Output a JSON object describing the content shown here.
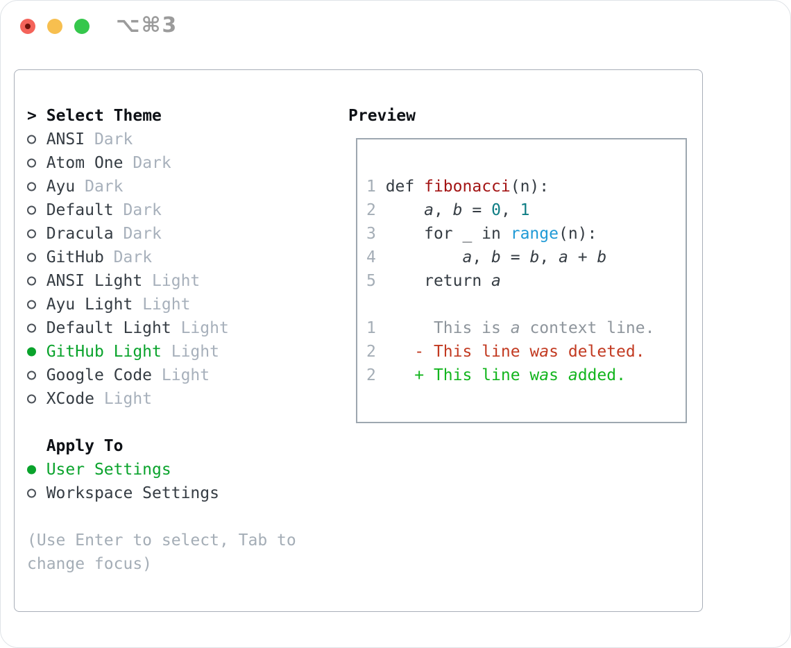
{
  "window": {
    "title": "⌥⌘3"
  },
  "panel": {
    "theme_section": {
      "prompt": ">",
      "header": "Select Theme",
      "items": [
        {
          "name": "ANSI",
          "tag": "Dark",
          "selected": false
        },
        {
          "name": "Atom One",
          "tag": "Dark",
          "selected": false
        },
        {
          "name": "Ayu",
          "tag": "Dark",
          "selected": false
        },
        {
          "name": "Default",
          "tag": "Dark",
          "selected": false
        },
        {
          "name": "Dracula",
          "tag": "Dark",
          "selected": false
        },
        {
          "name": "GitHub",
          "tag": "Dark",
          "selected": false
        },
        {
          "name": "ANSI Light",
          "tag": "Light",
          "selected": false
        },
        {
          "name": "Ayu Light",
          "tag": "Light",
          "selected": false
        },
        {
          "name": "Default Light",
          "tag": "Light",
          "selected": false
        },
        {
          "name": "GitHub Light",
          "tag": "Light",
          "selected": true
        },
        {
          "name": "Google Code",
          "tag": "Light",
          "selected": false
        },
        {
          "name": "XCode",
          "tag": "Light",
          "selected": false
        }
      ]
    },
    "apply_section": {
      "header": "Apply To",
      "items": [
        {
          "name": "User Settings",
          "selected": true
        },
        {
          "name": "Workspace Settings",
          "selected": false
        }
      ]
    },
    "help_lines": [
      "(Use Enter to select, Tab to",
      "change focus)"
    ]
  },
  "preview": {
    "header": "Preview",
    "lines": [
      {
        "segs": [
          [
            "ln",
            "1"
          ],
          [
            "pl",
            " def "
          ],
          [
            "fn",
            "fibonacci"
          ],
          [
            "pl",
            "(n):"
          ]
        ]
      },
      {
        "segs": [
          [
            "ln",
            "2"
          ],
          [
            "pl",
            "     "
          ],
          [
            "pl it",
            "a"
          ],
          [
            "pl",
            ", "
          ],
          [
            "pl it",
            "b"
          ],
          [
            "pl",
            " = "
          ],
          [
            "num",
            "0"
          ],
          [
            "pl",
            ", "
          ],
          [
            "num",
            "1"
          ]
        ]
      },
      {
        "segs": [
          [
            "ln",
            "3"
          ],
          [
            "pl",
            "     for _ in "
          ],
          [
            "bi",
            "range"
          ],
          [
            "pl",
            "(n):"
          ]
        ]
      },
      {
        "segs": [
          [
            "ln",
            "4"
          ],
          [
            "pl",
            "         "
          ],
          [
            "pl it",
            "a"
          ],
          [
            "pl",
            ", "
          ],
          [
            "pl it",
            "b"
          ],
          [
            "pl",
            " = "
          ],
          [
            "pl it",
            "b"
          ],
          [
            "pl",
            ", "
          ],
          [
            "pl it",
            "a"
          ],
          [
            "pl",
            " + "
          ],
          [
            "pl it",
            "b"
          ]
        ]
      },
      {
        "segs": [
          [
            "ln",
            "5"
          ],
          [
            "pl",
            "     return "
          ],
          [
            "pl it",
            "a"
          ]
        ]
      },
      {
        "segs": []
      },
      {
        "segs": [
          [
            "ln",
            "1"
          ],
          [
            "ctx",
            "      This is "
          ],
          [
            "ctx it",
            "a"
          ],
          [
            "ctx",
            " context line."
          ]
        ]
      },
      {
        "segs": [
          [
            "ln",
            "2"
          ],
          [
            "del",
            "    - This line w"
          ],
          [
            "del it",
            "a"
          ],
          [
            "del",
            "s deleted."
          ]
        ]
      },
      {
        "segs": [
          [
            "ln",
            "2"
          ],
          [
            "add",
            "    + This line w"
          ],
          [
            "add it",
            "a"
          ],
          [
            "add",
            "s "
          ],
          [
            "add it",
            "a"
          ],
          [
            "add",
            "dded."
          ]
        ]
      }
    ]
  },
  "colors": {
    "selection_green": "#0aa32c",
    "added_green": "#13b51e",
    "deleted_red": "#c23a21",
    "function_red": "#a31414",
    "number_teal": "#0e7d84",
    "builtin_blue": "#1f9ad6",
    "muted_gray": "#a7b0bb",
    "context_gray": "#8e959c",
    "text_dark": "#353c43",
    "panel_border": "#a8aeb8",
    "traffic_red": "#f4635a",
    "traffic_yellow": "#f7bf4f",
    "traffic_green": "#35c74c"
  }
}
